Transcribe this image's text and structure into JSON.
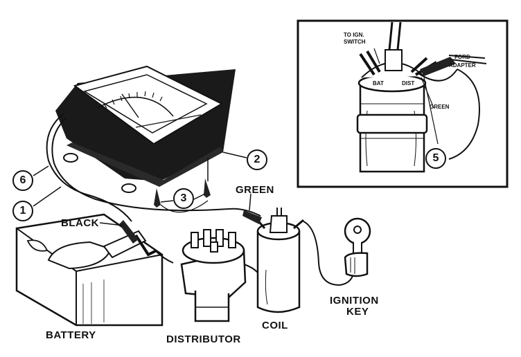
{
  "labels": {
    "black": "BLACK",
    "green": "GREEN",
    "battery": "BATTERY",
    "distributor": "DISTRIBUTOR",
    "coil": "COIL",
    "ignition_key_line1": "IGNITION",
    "ignition_key_line2": "KEY"
  },
  "inset": {
    "to_ign_line1": "TO IGN.",
    "to_ign_line2": "SWITCH",
    "ford_line1": "FORD",
    "ford_line2": "ADAPTER",
    "green": "GREEN",
    "bat": "BAT",
    "dist": "DIST"
  },
  "callouts": [
    "1",
    "2",
    "3",
    "5",
    "6"
  ],
  "colors": {
    "ink": "#111111",
    "paper": "#ffffff"
  },
  "icons": [
    "tachometer",
    "battery",
    "distributor",
    "ignition-coil",
    "ignition-key",
    "alligator-clip",
    "grounding-clip"
  ]
}
